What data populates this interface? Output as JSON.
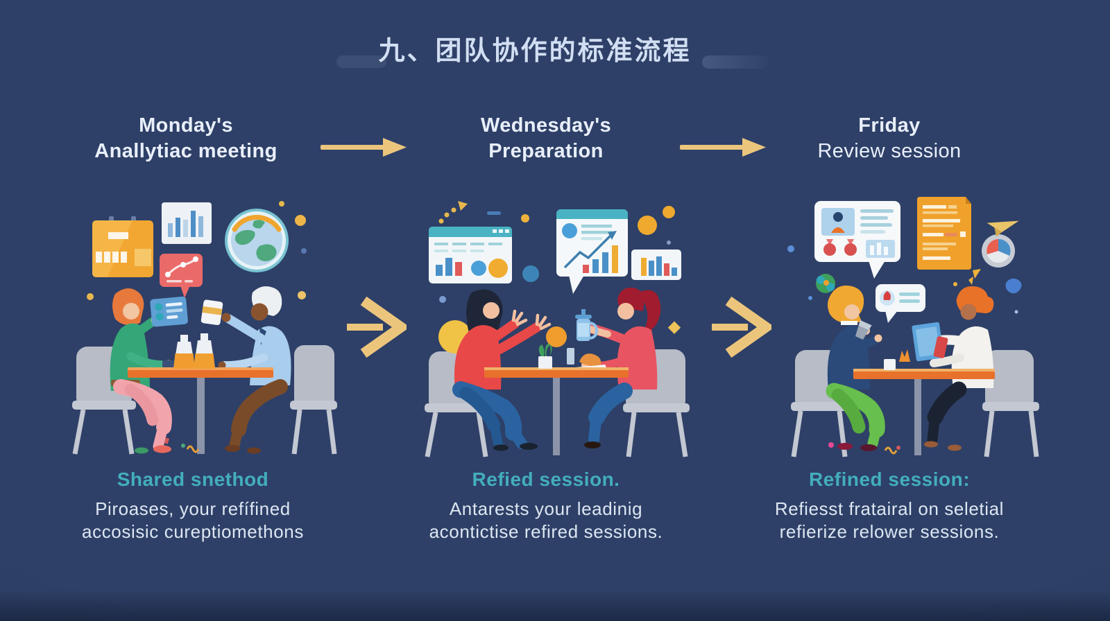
{
  "header": {
    "title": "九、团队协作的标准流程"
  },
  "columns": [
    {
      "heading_line1": "Monday's",
      "heading_line2": "Anallytiac meeting",
      "caption_title": "Shared snethod",
      "caption_line1": "Piroases, your refífined",
      "caption_line2": "accosisic cureptiomethons"
    },
    {
      "heading_line1": "Wednesday's",
      "heading_line2": "Preparation",
      "caption_title": "Refied session.",
      "caption_line1": "Antarests your leadinig",
      "caption_line2": "acontictise refired sessions."
    },
    {
      "heading_line1": "Friday",
      "heading_line2": "Review session",
      "caption_title": "Refined session:",
      "caption_line1": "Refiesst fratairal on seletial",
      "caption_line2": "refierize relower sessions."
    }
  ],
  "colors": {
    "background": "#2e4067",
    "accent_gold": "#ecc57d",
    "teal_heading": "#43aebc",
    "heading_text": "#e9effa",
    "body_text": "#dde6f2",
    "title_text": "#d2def2",
    "table_orange": "#e8712c"
  }
}
